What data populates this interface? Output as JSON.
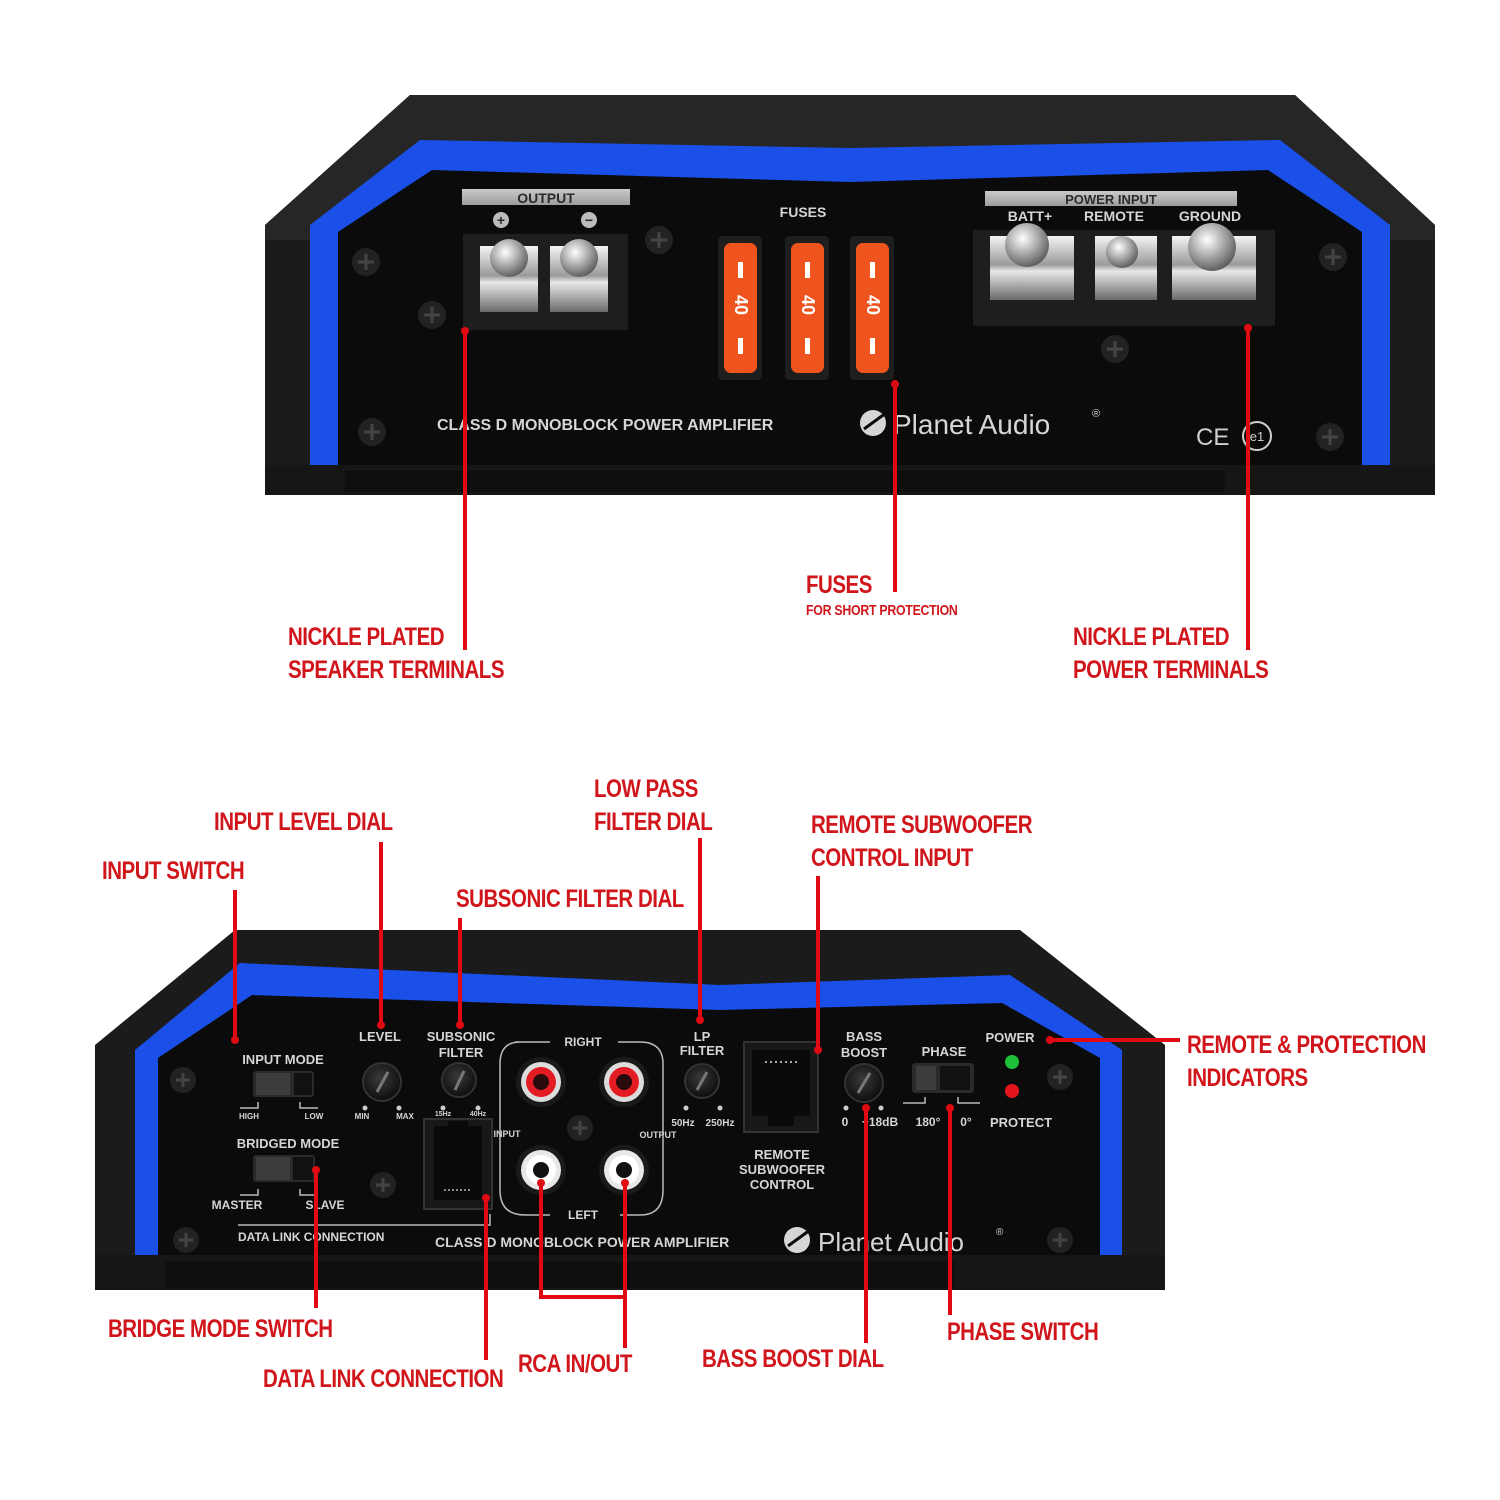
{
  "colors": {
    "accent_red": "#d0151b",
    "leader_red": "#e00b12",
    "housing": "#1a1a1a",
    "panel": "#0b0b0b",
    "trim_blue": "#1a4fe8",
    "fuse_orange": "#f0541e",
    "led_green": "#1fbf3a",
    "led_red": "#e3141b"
  },
  "top_amp": {
    "output_label": "OUTPUT",
    "output_plus": "+",
    "output_minus": "−",
    "fuses_label": "FUSES",
    "fuse_values": [
      "40",
      "40",
      "40"
    ],
    "power_input_label": "POWER INPUT",
    "power_terminals": [
      "BATT+",
      "REMOTE",
      "GROUND"
    ],
    "model_text": "CLASS D MONOBLOCK POWER AMPLIFIER",
    "brand": "Planet Audio",
    "brand_mark": "®",
    "cert_ce": "CE",
    "cert_e1": "e1"
  },
  "top_callouts": {
    "speaker_terminals": [
      "NICKLE PLATED",
      "SPEAKER TERMINALS"
    ],
    "fuses_title": "FUSES",
    "fuses_sub": "FOR SHORT PROTECTION",
    "power_terminals": [
      "NICKLE PLATED",
      "POWER TERMINALS"
    ]
  },
  "bottom_amp": {
    "input_mode": {
      "label": "INPUT MODE",
      "left": "HIGH",
      "right": "LOW"
    },
    "bridged_mode": {
      "label": "BRIDGED MODE",
      "left": "MASTER",
      "right": "SLAVE"
    },
    "data_link_label": "DATA  LINK CONNECTION",
    "level": {
      "label": "LEVEL",
      "min": "MIN",
      "max": "MAX"
    },
    "subsonic": {
      "label1": "SUBSONIC",
      "label2": "FILTER",
      "min": "15Hz",
      "max": "40Hz"
    },
    "rca": {
      "top": "RIGHT",
      "bottom": "LEFT",
      "input": "INPUT",
      "output": "OUTPUT"
    },
    "lp_filter": {
      "label1": "LP",
      "label2": "FILTER",
      "min": "50Hz",
      "max": "250Hz"
    },
    "remote_sub": [
      "REMOTE",
      "SUBWOOFER",
      "CONTROL"
    ],
    "bass_boost": {
      "label1": "BASS",
      "label2": "BOOST",
      "min": "0",
      "max": "+18dB"
    },
    "phase": {
      "label": "PHASE",
      "left": "180°",
      "right": "0°"
    },
    "power_led": "POWER",
    "protect_led": "PROTECT",
    "model_text": "CLASS D MONOBLOCK POWER AMPLIFIER",
    "brand": "Planet Audio",
    "brand_mark": "®"
  },
  "bottom_callouts": {
    "input_level": "INPUT LEVEL DIAL",
    "input_switch": "INPUT SWITCH",
    "low_pass": [
      "LOW PASS",
      "FILTER DIAL"
    ],
    "subsonic": "SUBSONIC FILTER DIAL",
    "remote_sub": [
      "REMOTE SUBWOOFER",
      "CONTROL INPUT"
    ],
    "indicators": [
      "REMOTE & PROTECTION",
      "INDICATORS"
    ],
    "bridge_mode": "BRIDGE MODE SWITCH",
    "data_link": "DATA LINK CONNECTION",
    "rca": "RCA IN/OUT",
    "bass_boost": "BASS BOOST DIAL",
    "phase_switch": "PHASE SWITCH"
  }
}
